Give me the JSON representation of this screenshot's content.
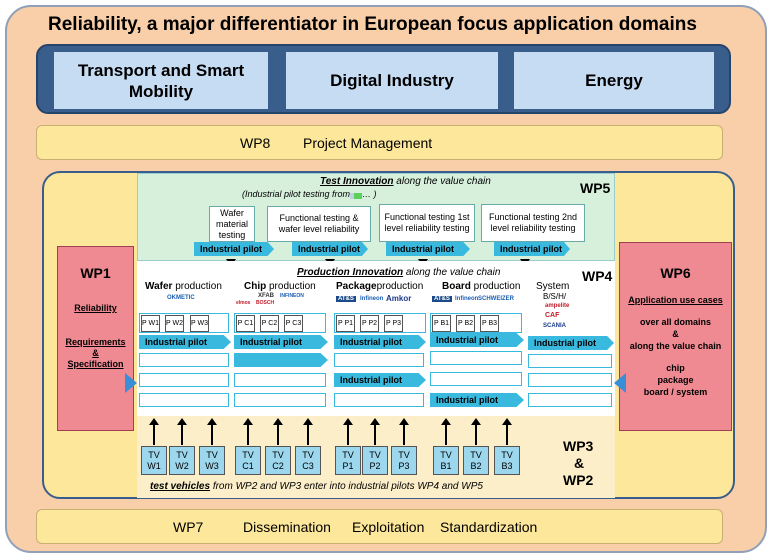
{
  "title": "Reliability, a major differentiator in European focus  application domains",
  "domains": [
    "Transport and Smart Mobility",
    "Digital Industry",
    "Energy"
  ],
  "wp8": {
    "label": "WP8",
    "text": "Project Management"
  },
  "wp5": {
    "tag": "WP5",
    "heading_em": "Test Innovation",
    "heading_rest": " along the value chain",
    "sub": "(Industrial pilot testing from",
    "sub_end": "… )",
    "tests": [
      "Wafer material testing",
      "Functional testing & wafer level reliability",
      "Functional  testing 1st level reliability testing",
      "Functional  testing 2nd level reliability testing"
    ],
    "pilot_label": "Industrial pilot"
  },
  "wp4": {
    "tag": "WP4",
    "heading_em": "Production Innovation",
    "heading_rest": " along the value chain",
    "columns": [
      {
        "bold": "Wafer",
        "rest": " production",
        "pillars": [
          "P W1",
          "P W2",
          "P W3"
        ]
      },
      {
        "bold": "Chip",
        "rest": " production",
        "pillars": [
          "P C1",
          "P C2",
          "P C3"
        ]
      },
      {
        "bold": "Package",
        "rest": "production",
        "pillars": [
          "P P1",
          "P P2",
          "P P3"
        ]
      },
      {
        "bold": "Board",
        "rest": " production",
        "pillars": [
          "P B1",
          "P B2",
          "P B3"
        ]
      }
    ],
    "system_label": "System",
    "system_sub": "B/S/H/",
    "logos": [
      "OKMETIC",
      "XFAB",
      "INFINEON",
      "elmos",
      "BOSCH",
      "AT&S",
      "Infineon",
      "Amkor",
      "AT&S",
      "Infineon",
      "SCHWEIZER",
      "ampelite",
      "CAF",
      "SCANIA"
    ],
    "pilot_label": "Industrial pilot"
  },
  "wp1": {
    "tag": "WP1",
    "line1": "Reliability",
    "line2": "Requirements",
    "amp": "&",
    "line3": "Specification"
  },
  "wp6": {
    "tag": "WP6",
    "line1": "Application use cases",
    "line2": "over all domains",
    "amp": "&",
    "line3": "along the value chain",
    "line4": "chip",
    "line5": "package",
    "line6": "board / system"
  },
  "wp3": {
    "tag1": "WP3",
    "amp": "&",
    "tag2": "WP2",
    "tvs": [
      "TV W1",
      "TV W2",
      "TV W3",
      "TV C1",
      "TV C2",
      "TV C3",
      "TV P1",
      "TV P2",
      "TV P3",
      "TV B1",
      "TV B2",
      "TV B3"
    ],
    "footer_em": "test vehicles",
    "footer_rest": " from WP2 and WP3 enter into industrial pilots WP4 and WP5"
  },
  "wp7": {
    "label": "WP7",
    "items": [
      "Dissemination",
      "Exploitation",
      "Standardization"
    ]
  },
  "colors": {
    "outer": "#f8cfa9",
    "banner": "#3a5e8c",
    "domain": "#c6dcf3",
    "band": "#fde79a",
    "pilot": "#39b9de",
    "wp_side": "#ef8a93",
    "wp5bg": "#d6f0dc",
    "tv": "#9dd7ee"
  }
}
